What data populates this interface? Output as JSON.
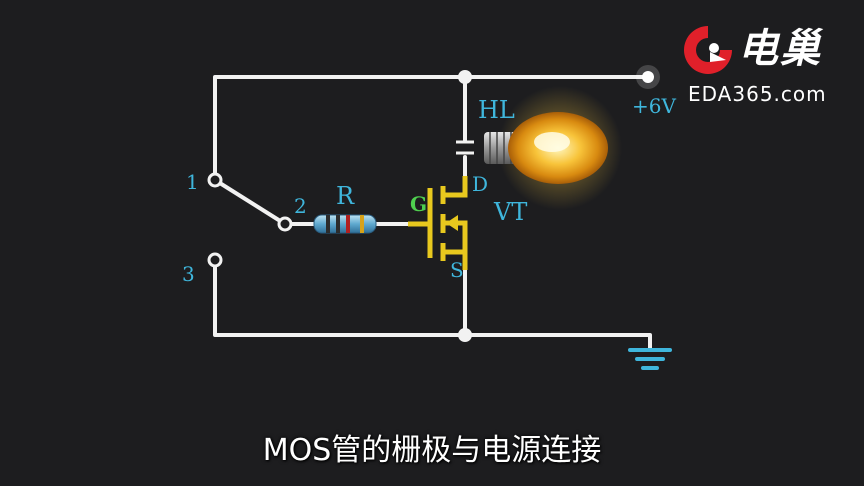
{
  "logo": {
    "brand_cn": "电巢",
    "site": "EDA365.com"
  },
  "labels": {
    "terminal_1": "1",
    "terminal_2": "2",
    "terminal_3": "3",
    "resistor": "R",
    "gate": "G",
    "drain": "D",
    "source": "S",
    "transistor": "VT",
    "lamp": "HL",
    "supply": "+6V"
  },
  "caption": "MOS管的栅极与电源连接",
  "colors": {
    "wire": "#f2f2f2",
    "mosfet": "#e8c81e",
    "label": "#3fb6dc",
    "gate_label": "#4fd04f",
    "ground": "#3fb6dc",
    "logo_red": "#e0202a"
  }
}
